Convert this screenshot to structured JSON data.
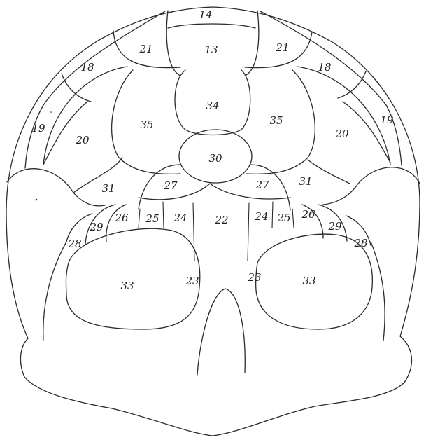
{
  "diagram": {
    "regions": [
      {
        "id": "r14",
        "label": "14"
      },
      {
        "id": "r13",
        "label": "13"
      },
      {
        "id": "r21-left",
        "label": "21"
      },
      {
        "id": "r21-right",
        "label": "21"
      },
      {
        "id": "r18-left",
        "label": "18"
      },
      {
        "id": "r18-right",
        "label": "18"
      },
      {
        "id": "r19-left",
        "label": "19"
      },
      {
        "id": "r19-right",
        "label": "19"
      },
      {
        "id": "r20-left",
        "label": "20"
      },
      {
        "id": "r20-right",
        "label": "20"
      },
      {
        "id": "r34",
        "label": "34"
      },
      {
        "id": "r35-left",
        "label": "35"
      },
      {
        "id": "r35-right",
        "label": "35"
      },
      {
        "id": "r30",
        "label": "30"
      },
      {
        "id": "r31-left",
        "label": "31"
      },
      {
        "id": "r31-right",
        "label": "31"
      },
      {
        "id": "r27-left",
        "label": "27"
      },
      {
        "id": "r27-right",
        "label": "27"
      },
      {
        "id": "r22",
        "label": "22"
      },
      {
        "id": "r24-left",
        "label": "24"
      },
      {
        "id": "r24-right",
        "label": "24"
      },
      {
        "id": "r25-left",
        "label": "25"
      },
      {
        "id": "r25-right",
        "label": "25"
      },
      {
        "id": "r26-left",
        "label": "26"
      },
      {
        "id": "r26-right",
        "label": "26"
      },
      {
        "id": "r29-left",
        "label": "29"
      },
      {
        "id": "r29-right",
        "label": "29"
      },
      {
        "id": "r28-left",
        "label": "28"
      },
      {
        "id": "r28-right",
        "label": "28"
      },
      {
        "id": "r23-left",
        "label": "23"
      },
      {
        "id": "r23-right",
        "label": "23"
      },
      {
        "id": "r33-left",
        "label": "33"
      },
      {
        "id": "r33-right",
        "label": "33"
      }
    ]
  }
}
